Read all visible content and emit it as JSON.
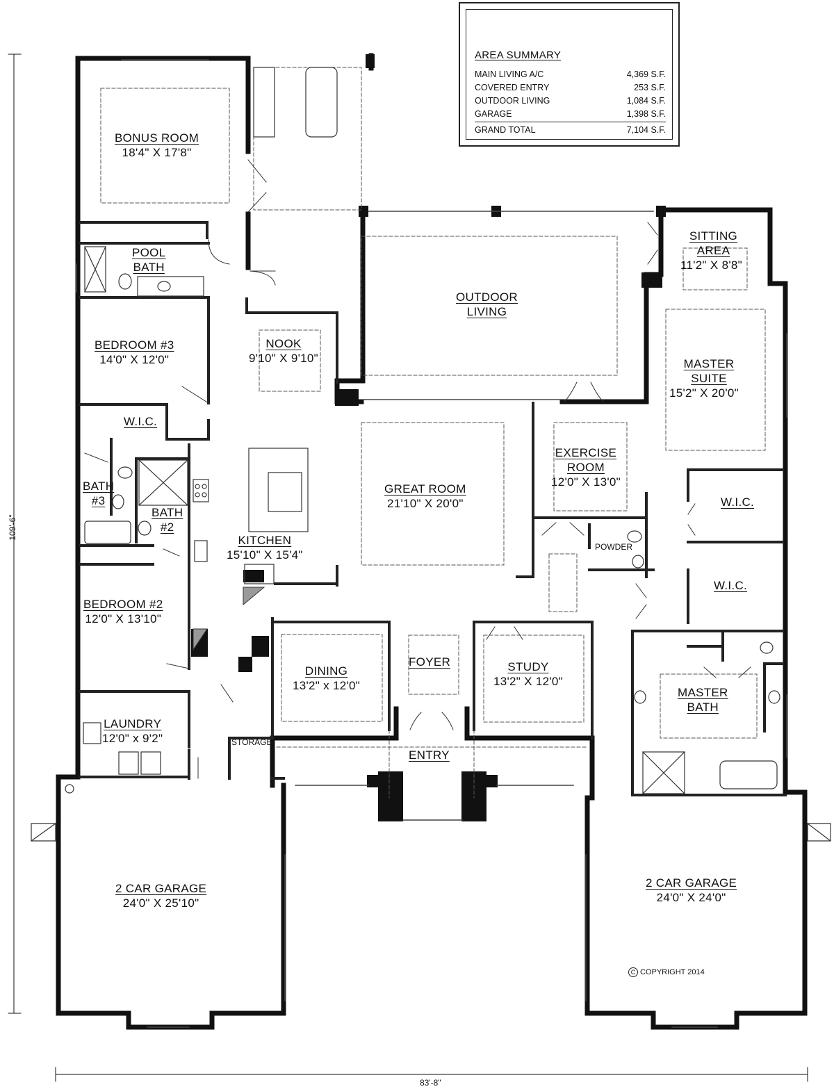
{
  "area_summary": {
    "title": "AREA SUMMARY",
    "rows": [
      {
        "label": "MAIN LIVING A/C",
        "value": "4,369 S.F."
      },
      {
        "label": "COVERED ENTRY",
        "value": "253 S.F."
      },
      {
        "label": "OUTDOOR LIVING",
        "value": "1,084 S.F."
      },
      {
        "label": "GARAGE",
        "value": "1,398 S.F."
      }
    ],
    "total": {
      "label": "GRAND TOTAL",
      "value": "7,104 S.F."
    }
  },
  "rooms": {
    "bonus_room": {
      "name": "BONUS ROOM",
      "dims": "18'4\" X 17'8\""
    },
    "pool_bath": {
      "line1": "POOL",
      "line2": "BATH"
    },
    "bedroom3": {
      "name": "BEDROOM #3",
      "dims": "14'0\" X 12'0\""
    },
    "nook": {
      "name": "NOOK",
      "dims": "9'10\" X 9'10\""
    },
    "outdoor_living": {
      "line1": "OUTDOOR",
      "line2": "LIVING"
    },
    "sitting_area": {
      "line1": "SITTING",
      "line2": "AREA",
      "dims": "11'2\" X 8'8\""
    },
    "master_suite": {
      "line1": "MASTER",
      "line2": "SUITE",
      "dims": "15'2\" X 20'0\""
    },
    "wic_left": {
      "name": "W.I.C."
    },
    "bath3": {
      "line1": "BATH",
      "line2": "#3"
    },
    "bath2": {
      "line1": "BATH",
      "line2": "#2"
    },
    "kitchen": {
      "name": "KITCHEN",
      "dims": "15'10\" X 15'4\""
    },
    "great_room": {
      "name": "GREAT ROOM",
      "dims": "21'10\" X 20'0\""
    },
    "exercise_room": {
      "line1": "EXERCISE",
      "line2": "ROOM",
      "dims": "12'0\" X 13'0\""
    },
    "wic_right_1": {
      "name": "W.I.C."
    },
    "wic_right_2": {
      "name": "W.I.C."
    },
    "powder": {
      "name": "POWDER"
    },
    "bedroom2": {
      "name": "BEDROOM #2",
      "dims": "12'0\" X 13'10\""
    },
    "dining": {
      "name": "DINING",
      "dims": "13'2\" x 12'0\""
    },
    "foyer": {
      "name": "FOYER"
    },
    "study": {
      "name": "STUDY",
      "dims": "13'2\" X 12'0\""
    },
    "master_bath": {
      "line1": "MASTER",
      "line2": "BATH"
    },
    "laundry": {
      "name": "LAUNDRY",
      "dims": "12'0\" x 9'2\""
    },
    "storage": {
      "name": "STORAGE"
    },
    "entry": {
      "name": "ENTRY"
    },
    "garage_left": {
      "name": "2 CAR GARAGE",
      "dims": "24'0\" X 25'10\""
    },
    "garage_right": {
      "name": "2 CAR GARAGE",
      "dims": "24'0\" X 24'0\""
    }
  },
  "dimensions": {
    "overall_depth": "109'-6\"",
    "overall_width": "83'-8\""
  },
  "copyright": {
    "symbol": "C",
    "text": "COPYRIGHT 2014"
  }
}
